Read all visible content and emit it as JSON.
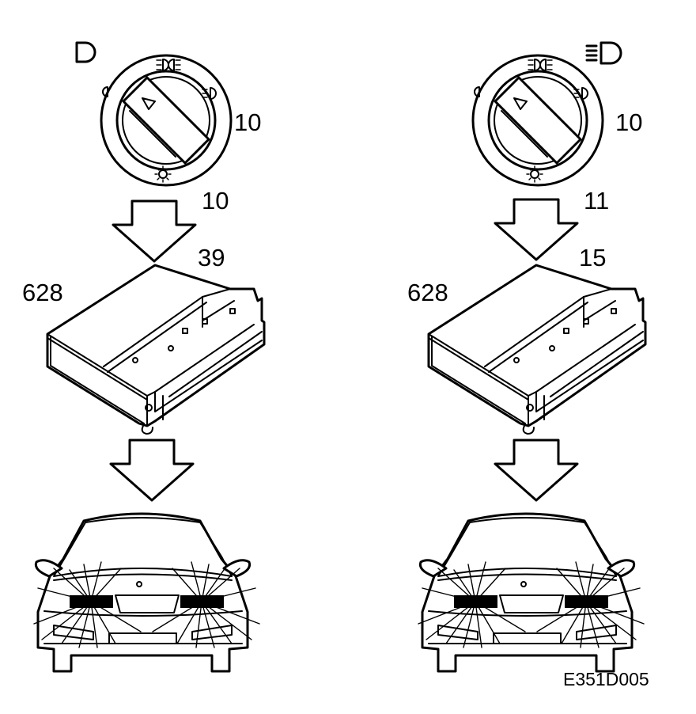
{
  "colors": {
    "ink": "#000000",
    "paper": "#ffffff"
  },
  "left": {
    "mode_icon": "parking-light-icon",
    "switch_label": "10",
    "wire_label": "10",
    "module_pin_label": "39",
    "module_label": "628"
  },
  "right": {
    "mode_icon": "low-beam-icon",
    "switch_label": "10",
    "wire_label": "11",
    "module_pin_label": "15",
    "module_label": "628"
  },
  "figure_code": "E351D005"
}
